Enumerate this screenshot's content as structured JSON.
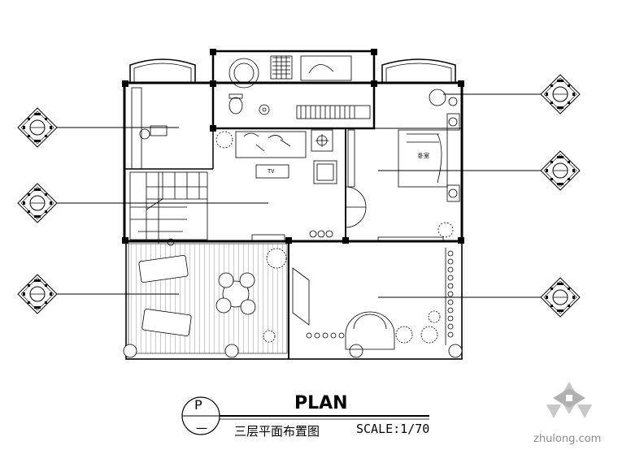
{
  "title": "PLAN",
  "subtitle": "三层平面布置图",
  "scale": "SCALE:1/70",
  "symbol": {
    "top": "P",
    "bottom": "一"
  },
  "watermark": "zhulong.com",
  "labels": {
    "tv": "TV",
    "bed": "卧室"
  },
  "index_markers": [
    "left-1",
    "left-2",
    "left-3",
    "right-1",
    "right-2",
    "right-3"
  ],
  "colors": {
    "line": "#000000",
    "background": "#ffffff",
    "watermark": "#8c8c8c"
  }
}
